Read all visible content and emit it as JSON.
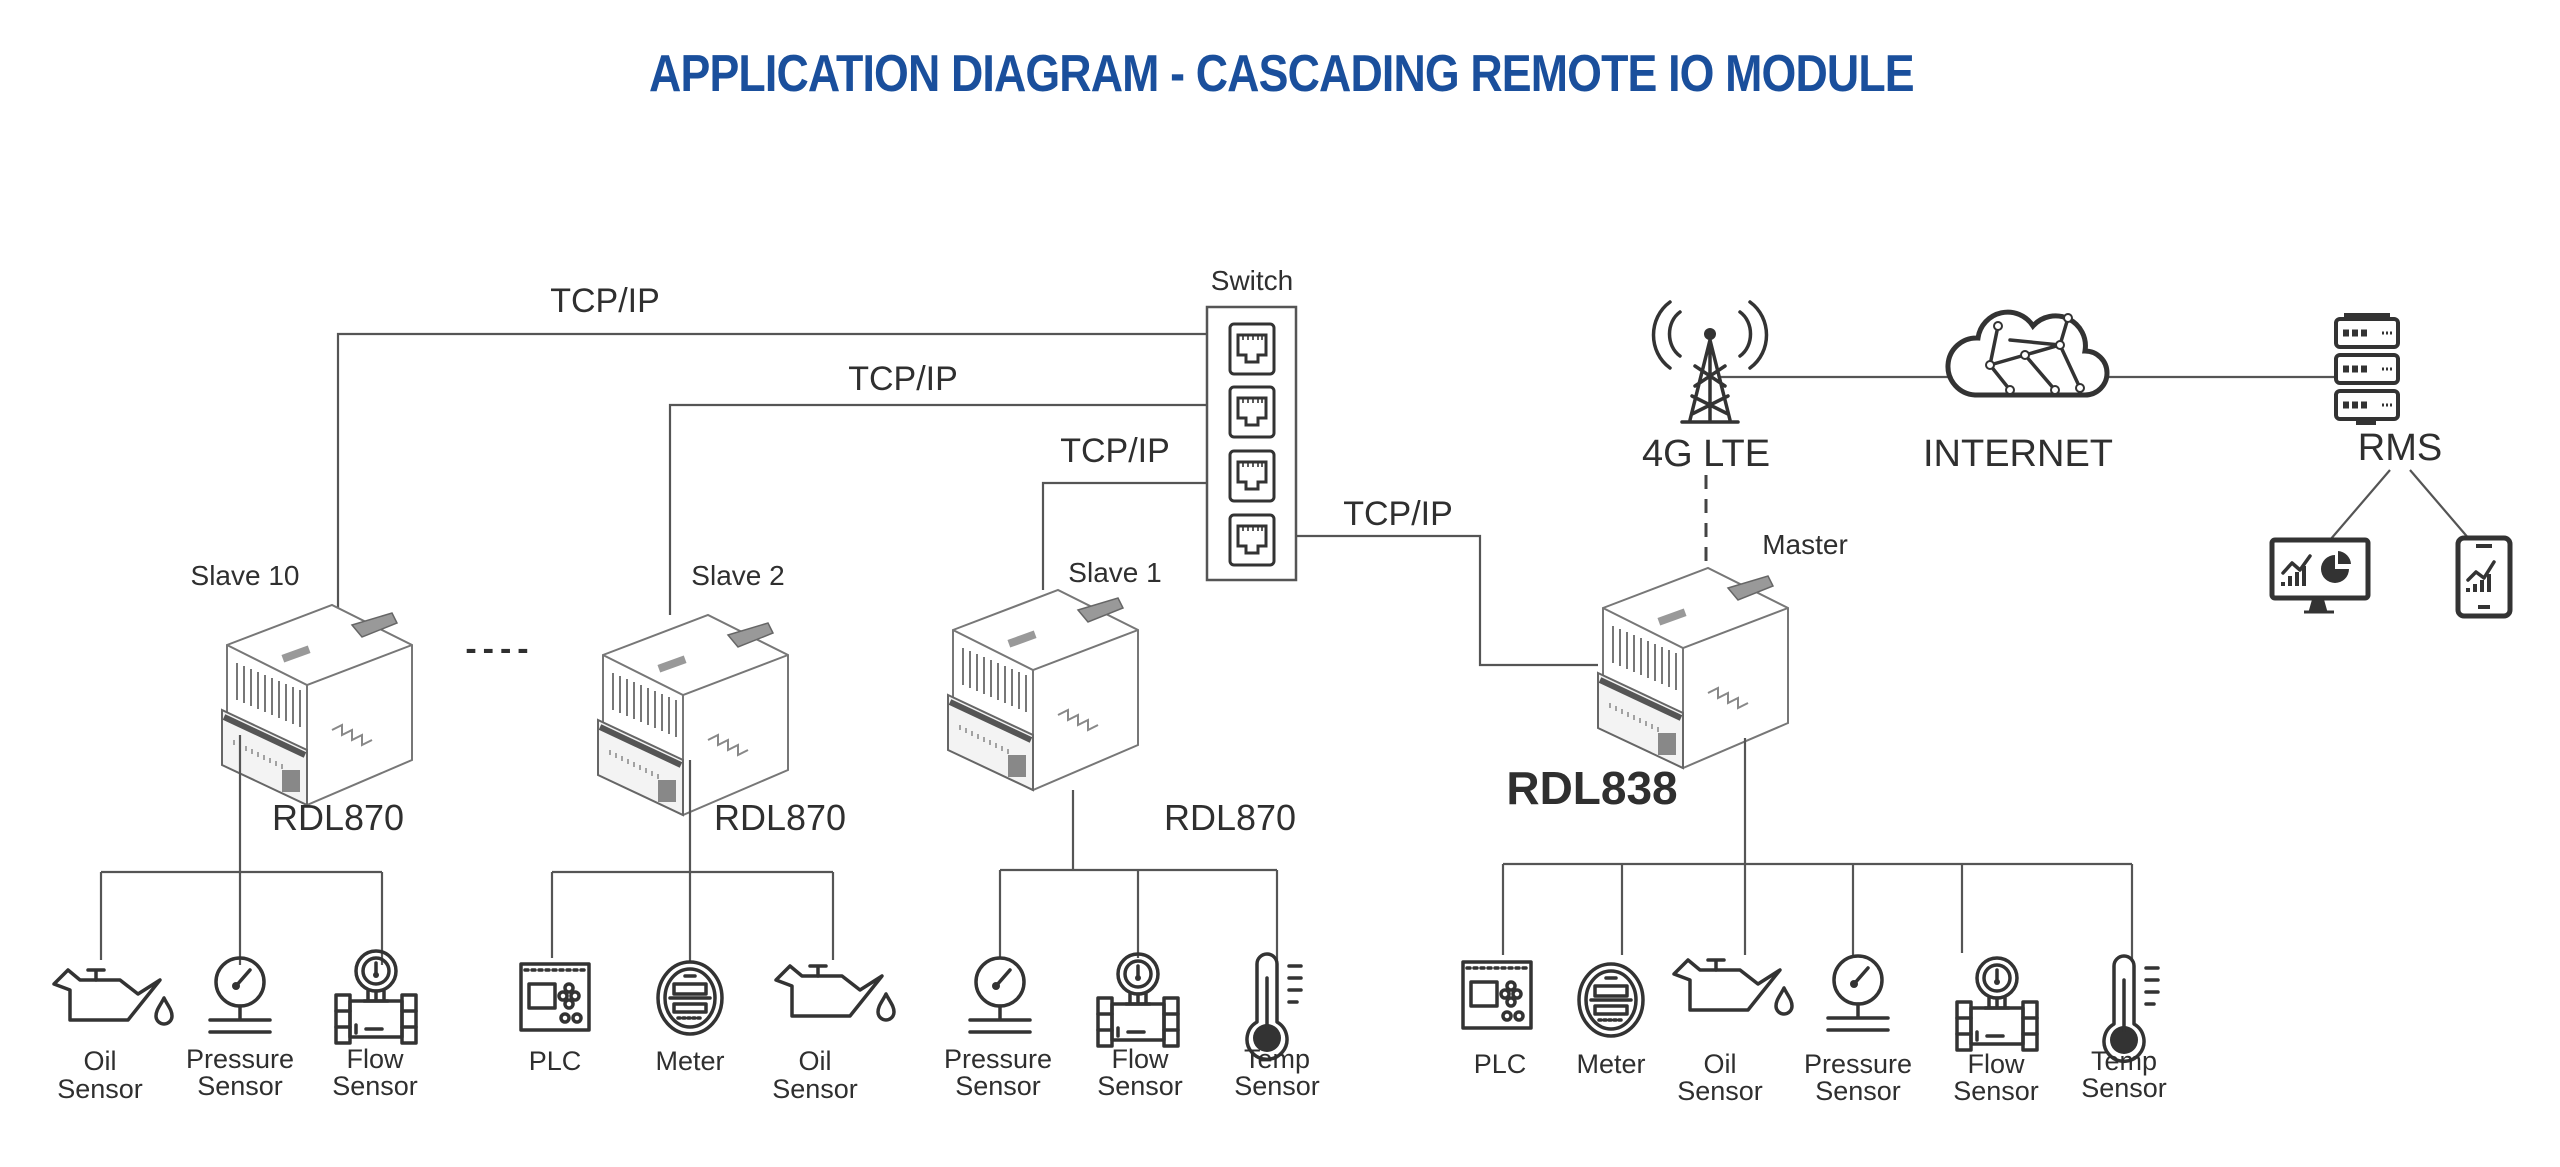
{
  "title": "APPLICATION DIAGRAM - CASCADING REMOTE IO MODULE",
  "colors": {
    "title": "#1a4f9c",
    "line": "#555555",
    "text": "#2f2f2f"
  },
  "switch": {
    "label": "Switch",
    "ports": 4,
    "icon": "ethernet-port-icon"
  },
  "links": {
    "slave10": "TCP/IP",
    "slave2": "TCP/IP",
    "slave1": "TCP/IP",
    "master": "TCP/IP"
  },
  "cloud_chain": {
    "cell": {
      "label": "4G LTE",
      "icon": "cell-tower-icon"
    },
    "internet": {
      "label": "INTERNET",
      "icon": "cloud-network-icon"
    },
    "rms": {
      "label": "RMS",
      "icon": "server-rack-icon"
    },
    "clients": [
      {
        "name": "desktop-dashboard",
        "icon": "monitor-chart-icon"
      },
      {
        "name": "mobile-dashboard",
        "icon": "phone-chart-icon"
      }
    ]
  },
  "modules": {
    "slave10": {
      "role": "Slave 10",
      "model": "RDL870",
      "devices": [
        {
          "l1": "Oil",
          "l2": "Sensor",
          "icon": "oil-can-icon"
        },
        {
          "l1": "Pressure",
          "l2": "Sensor",
          "icon": "pressure-gauge-icon"
        },
        {
          "l1": "Flow",
          "l2": "Sensor",
          "icon": "flow-meter-icon"
        }
      ]
    },
    "ellipsis": "----",
    "slave2": {
      "role": "Slave 2",
      "model": "RDL870",
      "devices": [
        {
          "l1": "PLC",
          "l2": "",
          "icon": "plc-icon"
        },
        {
          "l1": "Meter",
          "l2": "",
          "icon": "energy-meter-icon"
        },
        {
          "l1": "Oil",
          "l2": "Sensor",
          "icon": "oil-can-icon"
        }
      ]
    },
    "slave1": {
      "role": "Slave 1",
      "model": "RDL870",
      "devices": [
        {
          "l1": "Pressure",
          "l2": "Sensor",
          "icon": "pressure-gauge-icon"
        },
        {
          "l1": "Flow",
          "l2": "Sensor",
          "icon": "flow-meter-icon"
        },
        {
          "l1": "Temp",
          "l2": "Sensor",
          "icon": "thermometer-icon"
        }
      ]
    },
    "master": {
      "role": "Master",
      "model": "RDL838",
      "devices": [
        {
          "l1": "PLC",
          "l2": "",
          "icon": "plc-icon"
        },
        {
          "l1": "Meter",
          "l2": "",
          "icon": "energy-meter-icon"
        },
        {
          "l1": "Oil",
          "l2": "Sensor",
          "icon": "oil-can-icon"
        },
        {
          "l1": "Pressure",
          "l2": "Sensor",
          "icon": "pressure-gauge-icon"
        },
        {
          "l1": "Flow",
          "l2": "Sensor",
          "icon": "flow-meter-icon"
        },
        {
          "l1": "Temp",
          "l2": "Sensor",
          "icon": "thermometer-icon"
        }
      ]
    }
  }
}
